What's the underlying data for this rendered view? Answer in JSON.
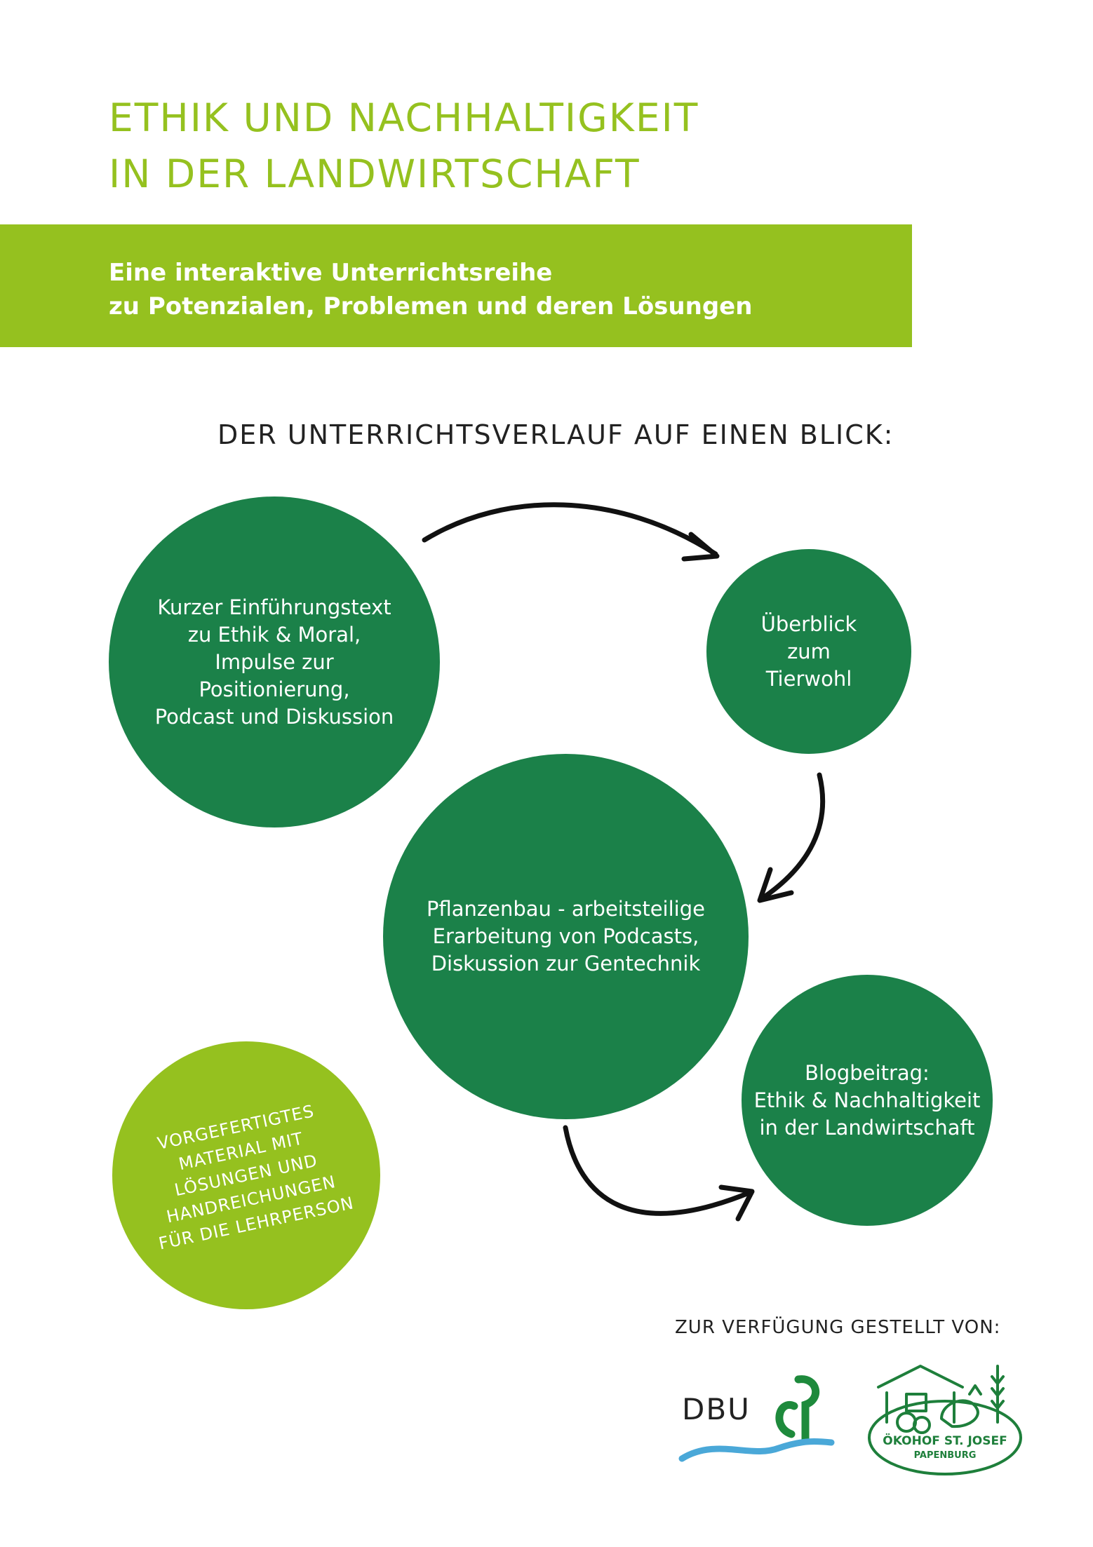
{
  "header": {
    "title_line1": "ETHIK UND NACHHALTIGKEIT",
    "title_line2": "IN DER LANDWIRTSCHAFT"
  },
  "banner": {
    "line1": "Eine interaktive Unterrichtsreihe",
    "line2": "zu Potenzialen, Problemen und deren Lösungen"
  },
  "overview_heading": "DER UNTERRICHTSVERLAUF AUF EINEN BLICK:",
  "steps": [
    {
      "lines": [
        "Kurzer Einführungstext",
        "zu Ethik & Moral,",
        "Impulse zur",
        "Positionierung,",
        "Podcast und Diskussion"
      ]
    },
    {
      "lines": [
        "Überblick",
        "zum",
        "Tierwohl"
      ]
    },
    {
      "lines": [
        "Pflanzenbau - arbeitsteilige",
        "Erarbeitung von Podcasts,",
        "Diskussion zur Gentechnik"
      ]
    },
    {
      "lines": [
        "Blogbeitrag:",
        "Ethik & Nachhaltigkeit",
        "in der Landwirtschaft"
      ]
    }
  ],
  "material_note": {
    "lines": [
      "VORGEFERTIGTES",
      "MATERIAL MIT",
      "LÖSUNGEN UND",
      "HANDREICHUNGEN",
      "FÜR DIE LEHRPERSON"
    ]
  },
  "footer": {
    "provided_by": "ZUR VERFÜGUNG GESTELLT VON:",
    "dbu_logo_text": "DBU",
    "okohof_name": "ÖKOHOF ST. JOSEF",
    "okohof_place": "PAPENBURG"
  },
  "colors": {
    "lime": "#95c11f",
    "dark_green": "#1b8149"
  }
}
